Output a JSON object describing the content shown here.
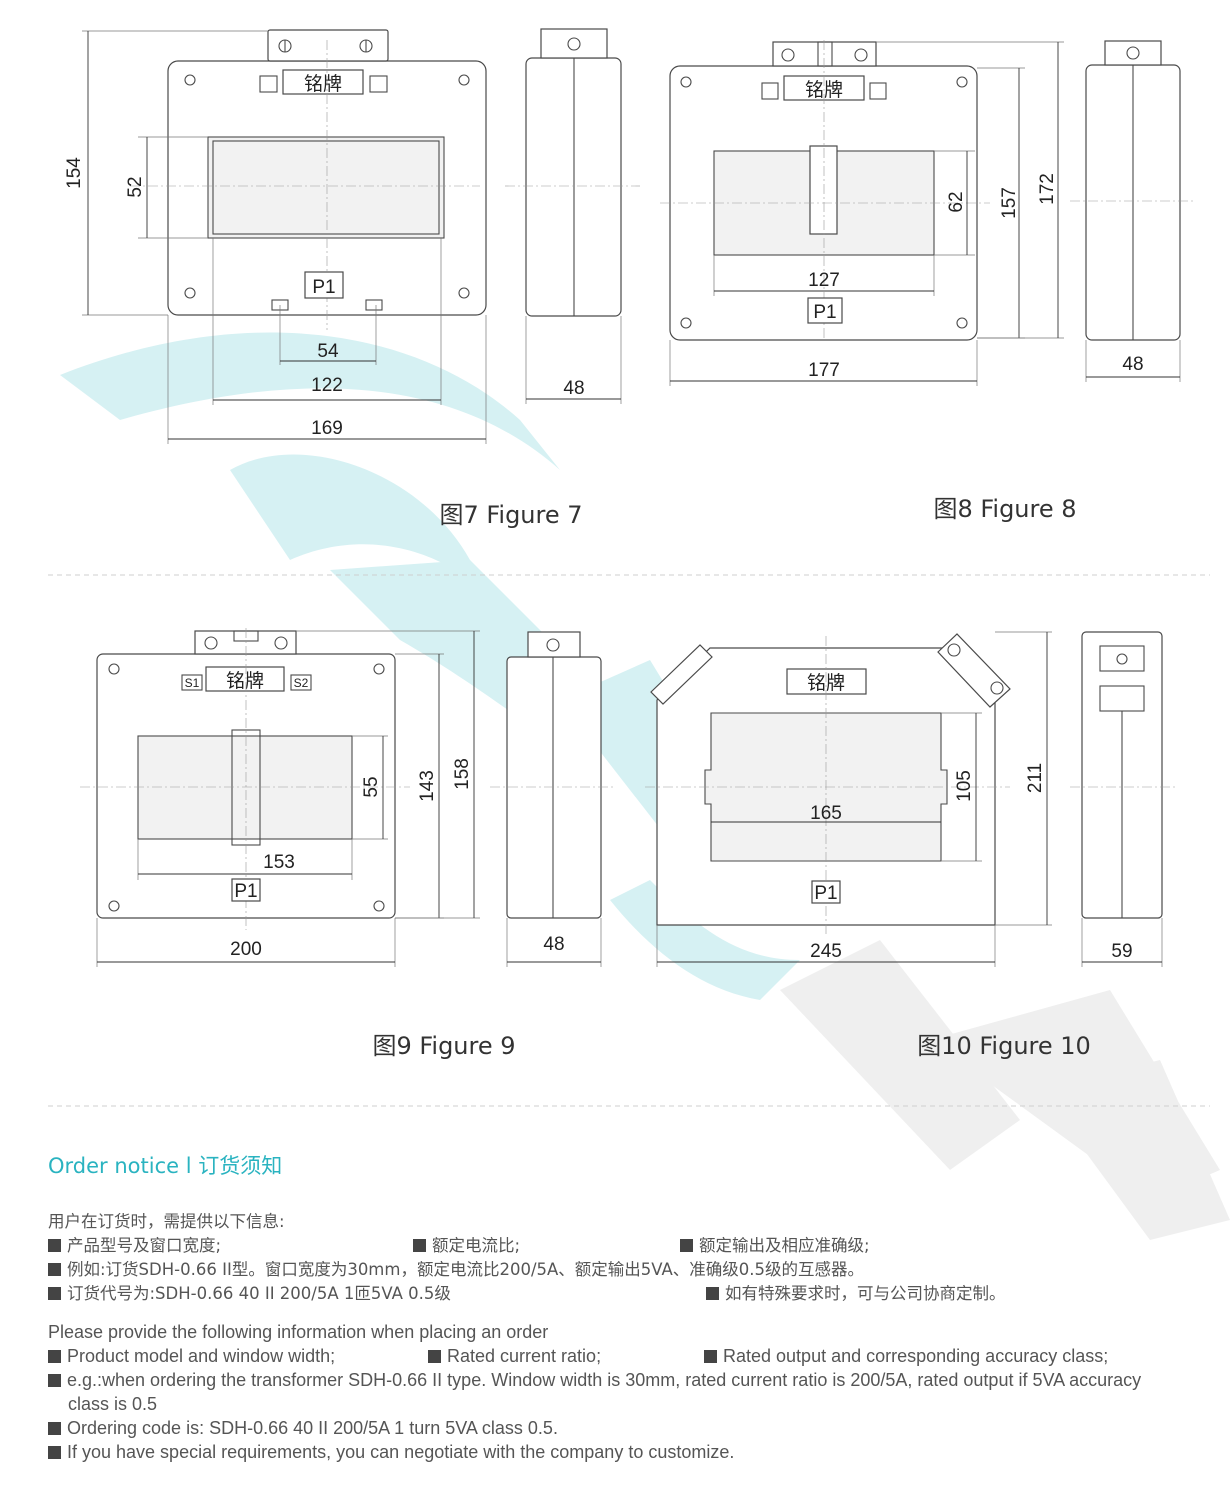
{
  "figures": {
    "fig7": {
      "caption": "图7 Figure 7",
      "nameplate": "铭牌",
      "terminal": "P1",
      "dims": {
        "height": "154",
        "window_height": "52",
        "pin_spacing": "54",
        "window_width": "122",
        "width": "169",
        "depth": "48"
      }
    },
    "fig8": {
      "caption": "图8 Figure 8",
      "nameplate": "铭牌",
      "terminal": "P1",
      "dims": {
        "window_height": "62",
        "window_width": "127",
        "body_height": "157",
        "total_height": "172",
        "width": "177",
        "depth": "48"
      }
    },
    "fig9": {
      "caption": "图9 Figure 9",
      "nameplate": "铭牌",
      "terminal": "P1",
      "s1": "S1",
      "s2": "S2",
      "dims": {
        "window_height": "55",
        "window_width": "153",
        "body_height": "143",
        "total_height": "158",
        "width": "200",
        "depth": "48"
      }
    },
    "fig10": {
      "caption": "图10 Figure 10",
      "nameplate": "铭牌",
      "terminal": "P1",
      "dims": {
        "window_height": "105",
        "window_width": "165",
        "height": "211",
        "width": "245",
        "depth": "59"
      }
    }
  },
  "order": {
    "title": "Order notice l 订货须知",
    "cn": {
      "intro": "用户在订货时，需提供以下信息:",
      "b1": "产品型号及窗口宽度;",
      "b2": "额定电流比;",
      "b3": "额定输出及相应准确级;",
      "b4": "例如:订货SDH-0.66 II型。窗口宽度为30mm，额定电流比200/5A、额定输出5VA、准确级0.5级的互感器。",
      "b5": "订货代号为:SDH-0.66 40 II   200/5A  1匝5VA  0.5级",
      "b6": "如有特殊要求时，可与公司协商定制。"
    },
    "en": {
      "intro": "Please provide the following information when placing an order",
      "b1": "Product model and window width;",
      "b2": "Rated current ratio;",
      "b3": "Rated output and corresponding accuracy class;",
      "b4": "e.g.:when ordering the transformer SDH-0.66 II type. Window width is 30mm, rated current ratio is 200/5A, rated output if 5VA accuracy class is 0.5",
      "b5": "Ordering code is: SDH-0.66 40 II 200/5A 1 turn 5VA class 0.5.",
      "b6": "If you have special requirements, you can negotiate with the company to customize."
    }
  },
  "colors": {
    "accent": "#2ab3c0",
    "watermark_cyan": "#cfeef0",
    "watermark_grey": "#eeeeee"
  }
}
